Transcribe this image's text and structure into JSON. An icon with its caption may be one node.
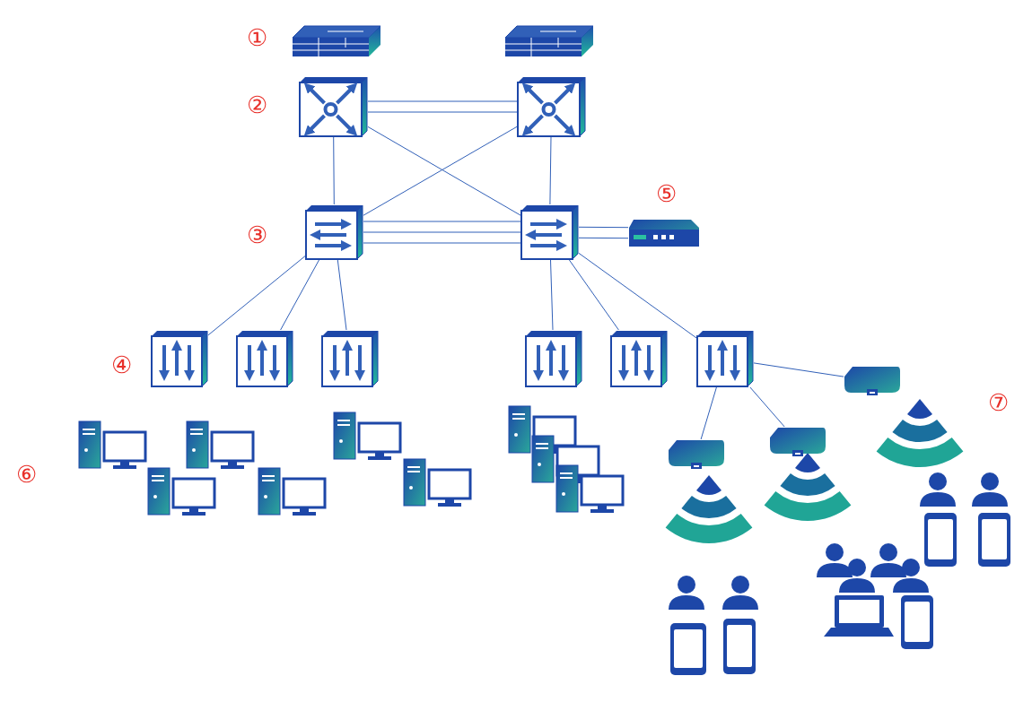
{
  "diagram": {
    "nodes": [
      {
        "text": [],
        "shape": "picture"
      },
      {
        "text": [],
        "shape": "picture"
      },
      {
        "text": [],
        "shape": "picture"
      },
      {
        "text": [],
        "shape": "picture"
      },
      {
        "text": [],
        "shape": "picture"
      },
      {
        "text": [],
        "shape": "picture"
      },
      {
        "text": [],
        "shape": "picture"
      },
      {
        "text": [],
        "shape": "picture"
      },
      {
        "text": [],
        "shape": "picture"
      },
      {
        "text": [],
        "shape": "picture"
      },
      {
        "text": [],
        "shape": "picture"
      },
      {
        "text": [],
        "shape": "picture"
      },
      {
        "text": [],
        "shape": "picture"
      },
      {
        "text": [],
        "shape": "picture"
      },
      {
        "text": [],
        "shape": "picture"
      },
      {
        "text": [],
        "shape": "picture"
      }
    ],
    "edges": [
      {
        "from": 2,
        "to": 3,
        "arrow": "none"
      },
      {
        "from": 2,
        "to": 3,
        "arrow": "none"
      },
      {
        "from": 2,
        "to": 4,
        "arrow": "none"
      },
      {
        "from": 2,
        "to": 5,
        "arrow": "none"
      },
      {
        "from": 3,
        "to": 4,
        "arrow": "none"
      },
      {
        "from": 3,
        "to": 5,
        "arrow": "none"
      },
      {
        "from": 4,
        "to": 5,
        "arrow": "none"
      },
      {
        "from": 4,
        "to": 5,
        "arrow": "none"
      },
      {
        "from": 4,
        "to": 5,
        "arrow": "none"
      },
      {
        "from": 5,
        "to": 6,
        "arrow": "none"
      },
      {
        "from": 5,
        "to": 6,
        "arrow": "none"
      },
      {
        "from": 4,
        "to": 7,
        "arrow": "none"
      },
      {
        "from": 4,
        "to": 8,
        "arrow": "none"
      },
      {
        "from": 4,
        "to": 9,
        "arrow": "none"
      },
      {
        "from": 5,
        "to": 10,
        "arrow": "none"
      },
      {
        "from": 5,
        "to": 11,
        "arrow": "none"
      },
      {
        "from": 5,
        "to": 12,
        "arrow": "none"
      },
      {
        "from": 12,
        "to": 13,
        "arrow": "none"
      },
      {
        "from": 12,
        "to": 14,
        "arrow": "none"
      },
      {
        "from": 12,
        "to": 15,
        "arrow": "none"
      }
    ],
    "labels": [
      "①",
      "②",
      "⑤",
      "③",
      "④",
      "⑦",
      "⑥"
    ]
  }
}
